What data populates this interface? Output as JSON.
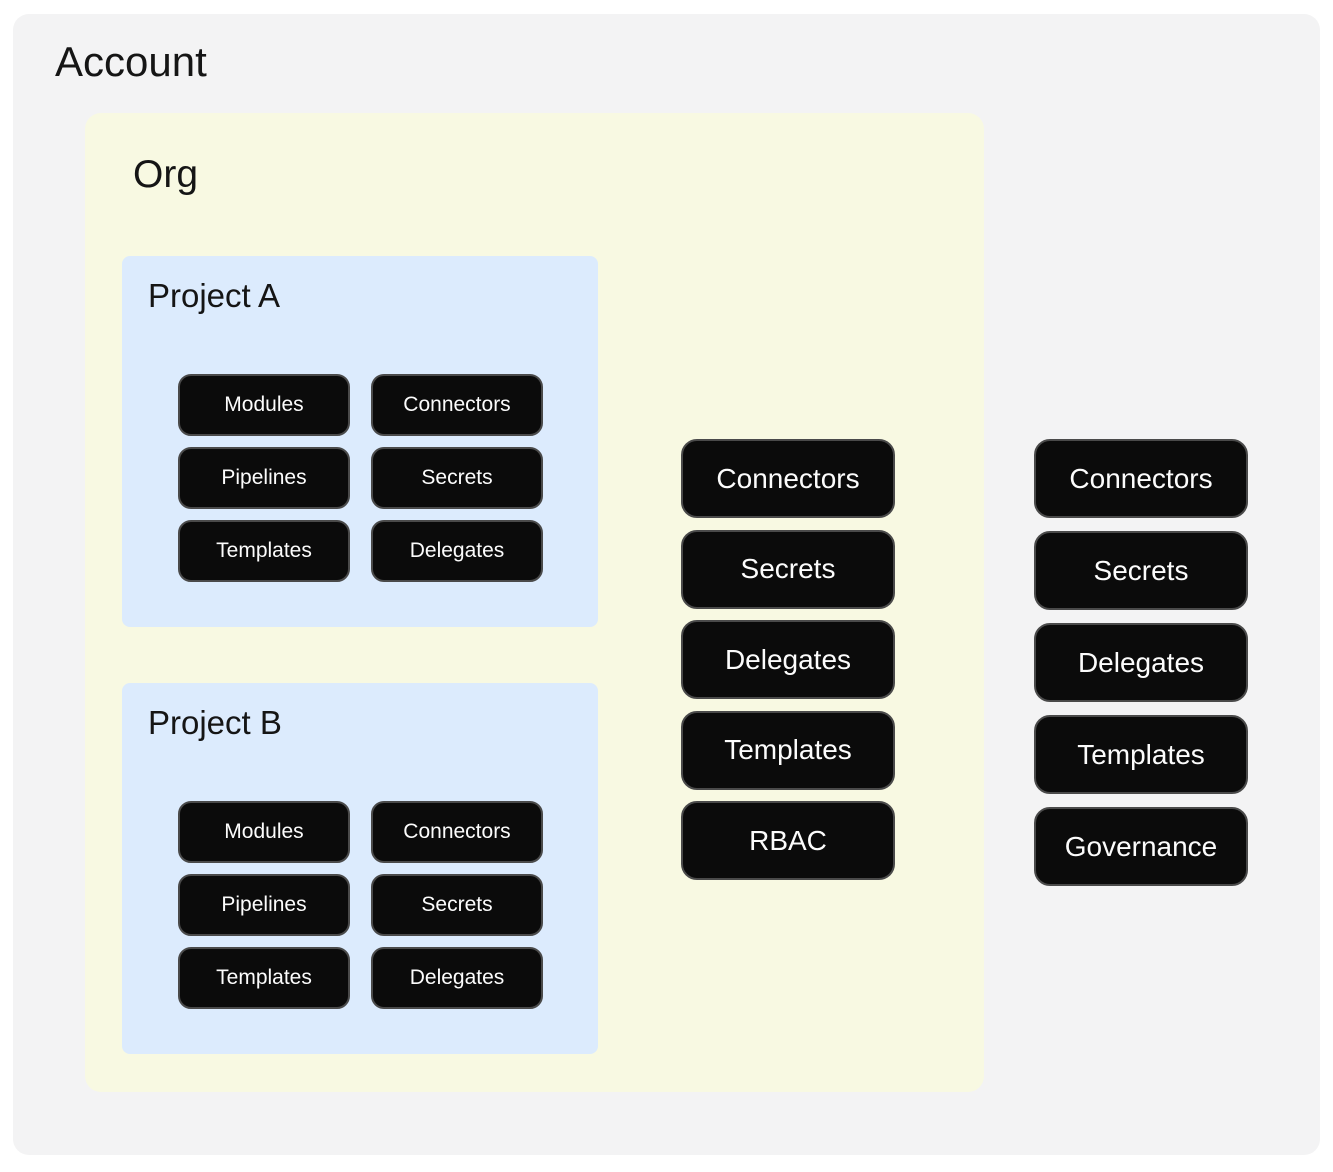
{
  "account": {
    "title": "Account",
    "resources": [
      "Connectors",
      "Secrets",
      "Delegates",
      "Templates",
      "Governance"
    ],
    "org": {
      "title": "Org",
      "resources": [
        "Connectors",
        "Secrets",
        "Delegates",
        "Templates",
        "RBAC"
      ],
      "projects": [
        {
          "title": "Project A",
          "resources": [
            "Modules",
            "Connectors",
            "Pipelines",
            "Secrets",
            "Templates",
            "Delegates"
          ]
        },
        {
          "title": "Project B",
          "resources": [
            "Modules",
            "Connectors",
            "Pipelines",
            "Secrets",
            "Templates",
            "Delegates"
          ]
        }
      ]
    }
  },
  "colors": {
    "page_bg": "#ffffff",
    "account_bg": "#f3f3f4",
    "org_bg": "#f8f9e2",
    "project_bg": "#dcebfd",
    "node_bg": "#0b0b0b",
    "node_border": "#4a4a4a",
    "node_text": "#fcfcfc",
    "title_text": "#151515"
  }
}
